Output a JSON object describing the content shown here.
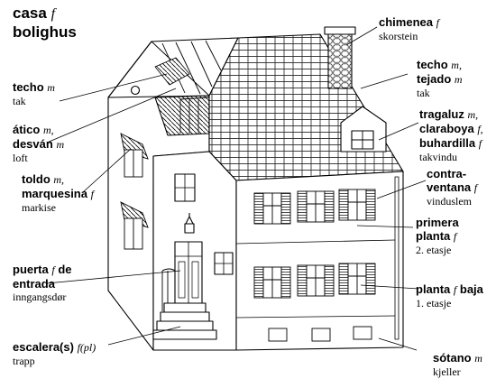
{
  "title": {
    "es": "casa",
    "gender": "f",
    "no": "bolighus"
  },
  "labels": [
    {
      "id": "chimenea",
      "es": "chimenea",
      "gender": "f",
      "no": "skorstein"
    },
    {
      "id": "techo-tejado",
      "es": "techo",
      "gender": "m,",
      "es2": "tejado",
      "gender2": "m",
      "no": "tak"
    },
    {
      "id": "techo",
      "es": "techo",
      "gender": "m",
      "no": "tak"
    },
    {
      "id": "atico",
      "es": "ático",
      "gender": "m,",
      "es2": "desván",
      "gender2": "m",
      "no": "loft"
    },
    {
      "id": "tragaluz",
      "es": "tragaluz",
      "gender": "m,",
      "es2": "claraboya",
      "gender2": "f,",
      "es3": "buhardilla",
      "gender3": "f",
      "no": "takvindu"
    },
    {
      "id": "toldo",
      "es": "toldo",
      "gender": "m,",
      "es2": "marquesina",
      "gender2": "f",
      "no": "markise"
    },
    {
      "id": "contraventana",
      "es": "contra-",
      "es2": "ventana",
      "gender2": "f",
      "no": "vinduslem"
    },
    {
      "id": "primera-planta",
      "es": "primera",
      "es2": "planta",
      "gender2": "f",
      "no": "2. etasje"
    },
    {
      "id": "puerta",
      "es": "puerta",
      "gender": "f",
      "es_after": "de",
      "es2": "entrada",
      "no": "inngangsdør"
    },
    {
      "id": "planta-baja",
      "es": "planta",
      "gender": "f",
      "es_after": "baja",
      "no": "1. etasje"
    },
    {
      "id": "escaleras",
      "es": "escalera(s)",
      "gender": "f(pl)",
      "no": "trapp"
    },
    {
      "id": "sotano",
      "es": "sótano",
      "gender": "m",
      "no": "kjeller"
    }
  ]
}
